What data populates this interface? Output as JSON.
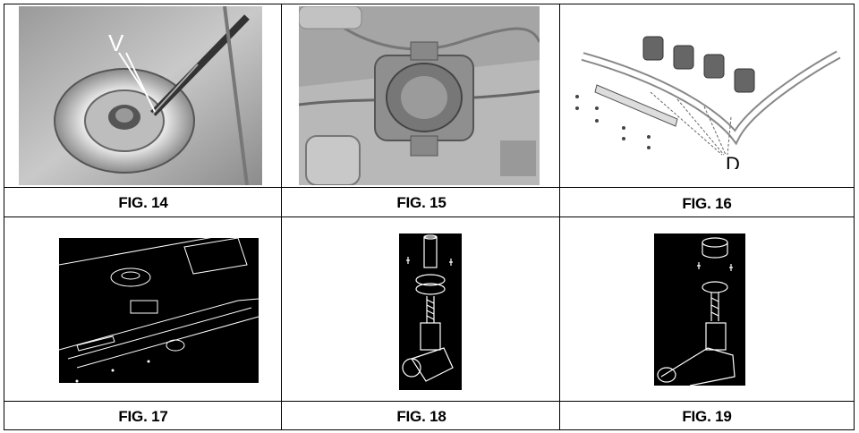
{
  "figures": [
    {
      "id": "fig14",
      "caption": "FIG. 14",
      "callout": "V"
    },
    {
      "id": "fig15",
      "caption": "FIG. 15"
    },
    {
      "id": "fig16",
      "caption": "FIG. 16",
      "callout": "D"
    },
    {
      "id": "fig17",
      "caption": "FIG. 17"
    },
    {
      "id": "fig18",
      "caption": "FIG. 18"
    },
    {
      "id": "fig19",
      "caption": "FIG. 19"
    }
  ]
}
